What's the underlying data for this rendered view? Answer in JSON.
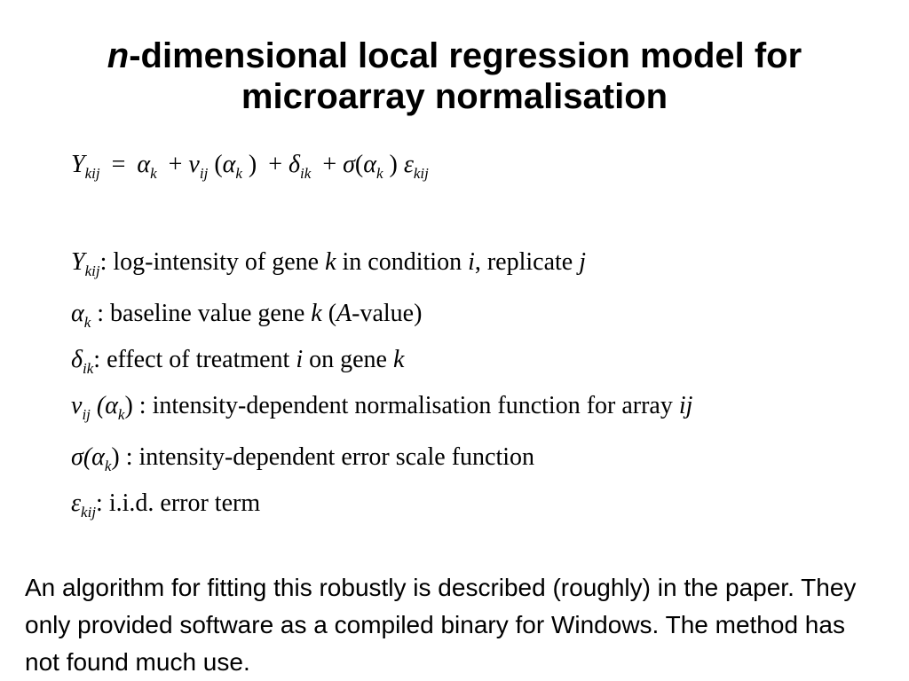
{
  "title": {
    "italic_part": "n",
    "rest_line1": "-dimensional local regression model for",
    "line2": "microarray normalisation"
  },
  "definitions": [
    {
      "symbol": "Y",
      "sub": "kij",
      "sep": ": ",
      "desc_parts": [
        "log-intensity of gene ",
        "k",
        " in condition ",
        "i",
        ", replicate ",
        "j"
      ]
    },
    {
      "symbol": "α",
      "sub": "k",
      "sep": " : ",
      "desc_parts": [
        "baseline value gene ",
        "k",
        " (",
        "A",
        "-value)"
      ]
    },
    {
      "symbol": "δ",
      "sub": "ik",
      "sep": ": ",
      "desc_parts": [
        "effect of treatment ",
        "i",
        " on gene ",
        "k"
      ]
    },
    {
      "symbol": "ν",
      "sub": "ij",
      "arg": "(α",
      "arg_sub": "k",
      "arg_close": ")",
      "sep": " : ",
      "desc_parts": [
        "intensity-dependent normalisation function for array ",
        "ij"
      ]
    },
    {
      "symbol": "σ",
      "arg": "(α",
      "arg_sub": "k",
      "arg_close": ")",
      "sep": " : ",
      "desc_parts": [
        "intensity-dependent error scale function"
      ]
    },
    {
      "symbol": "ε",
      "sub": "kij",
      "sep": ": ",
      "desc_parts": [
        "i.i.d. error term"
      ]
    }
  ],
  "footer": "An algorithm for fitting this robustly is described (roughly) in the paper. They only provided software as a compiled binary for Windows. The method has not found much use."
}
